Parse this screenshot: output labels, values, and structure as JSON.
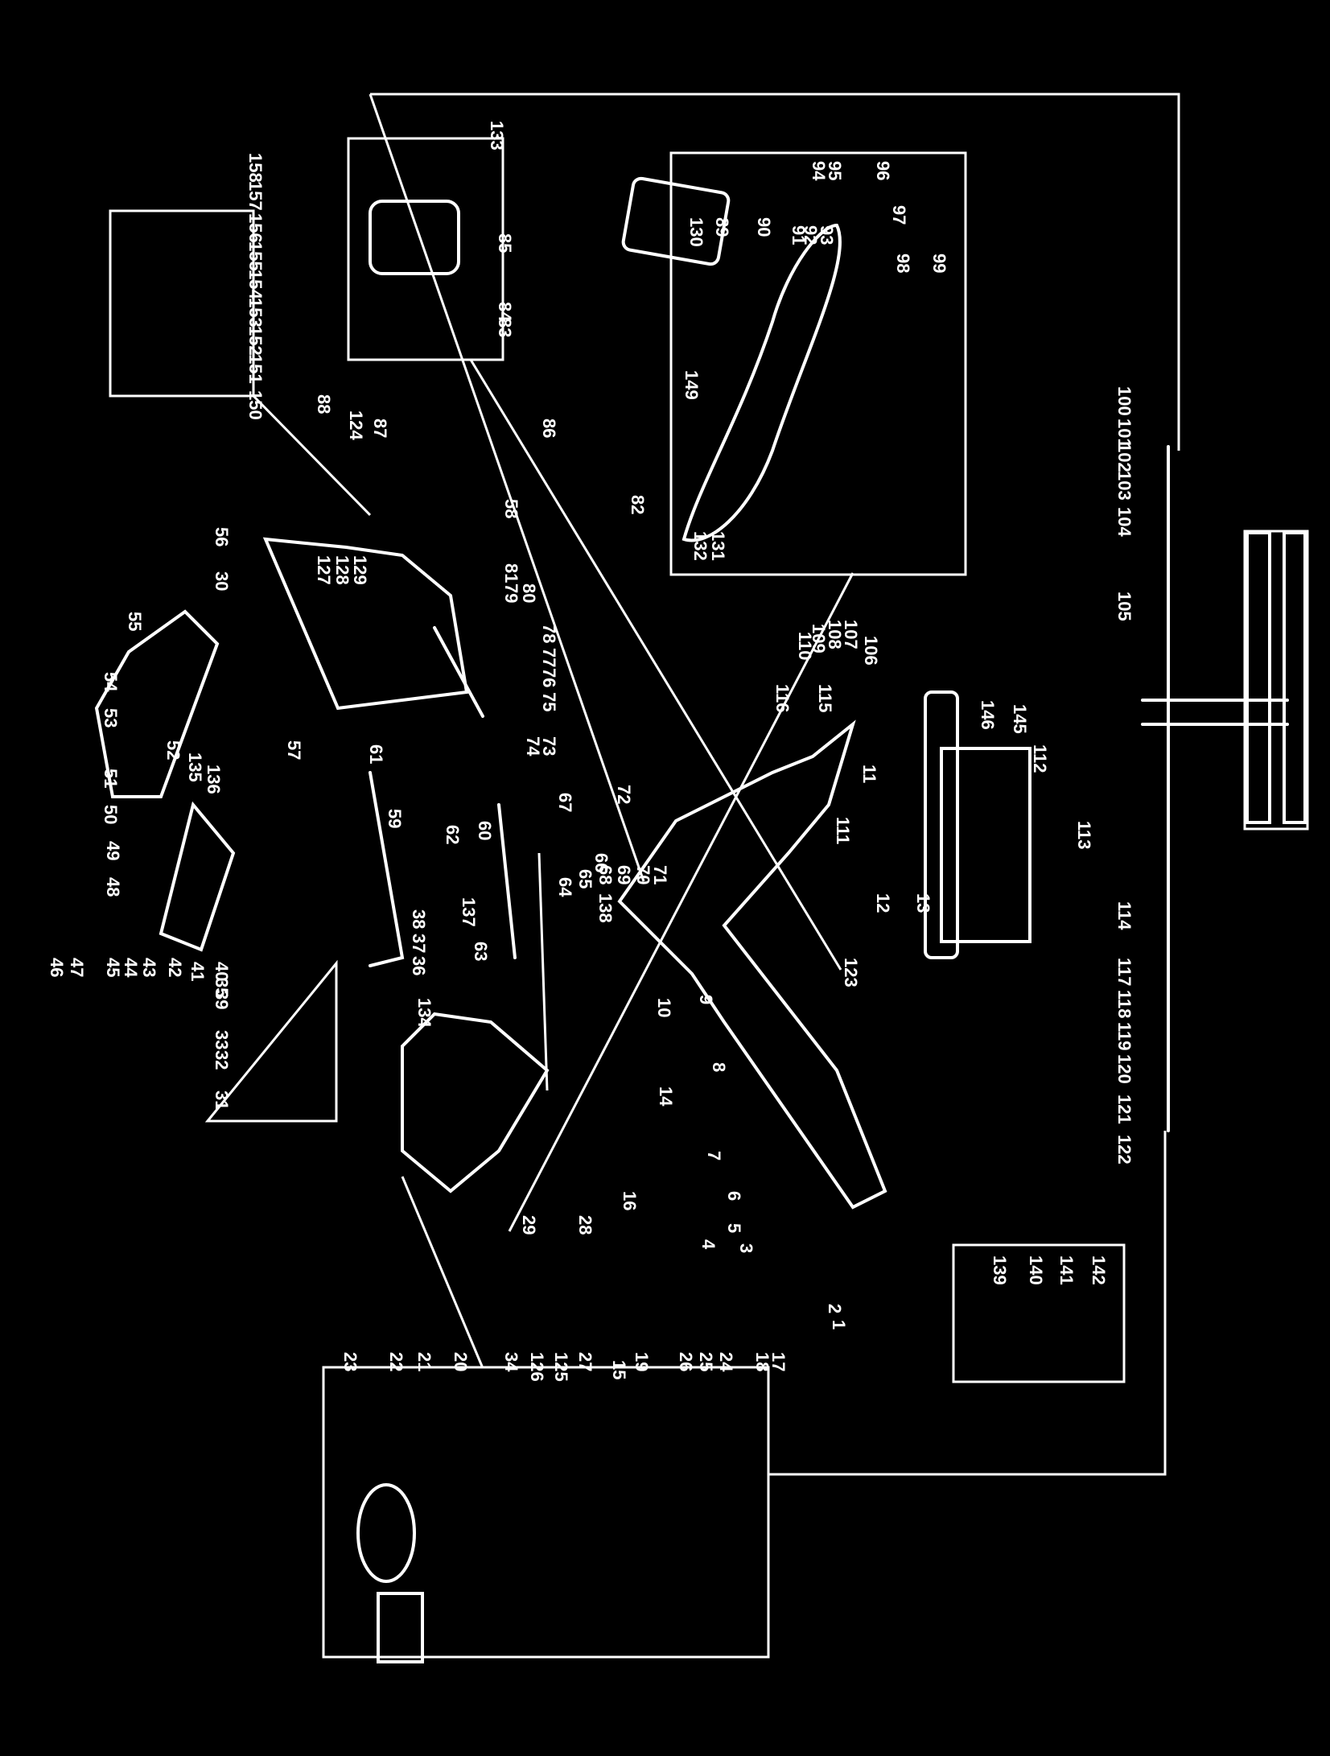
{
  "diagram": {
    "colors": {
      "background": "#000000",
      "line": "#ffffff"
    },
    "callouts": [
      "1",
      "2",
      "3",
      "4",
      "5",
      "6",
      "7",
      "8",
      "9",
      "10",
      "11",
      "12",
      "13",
      "14",
      "15",
      "16",
      "17",
      "18",
      "19",
      "20",
      "21",
      "22",
      "23",
      "24",
      "25",
      "26",
      "27",
      "28",
      "29",
      "30",
      "31",
      "32",
      "33",
      "34",
      "35",
      "36",
      "37",
      "38",
      "39",
      "40",
      "41",
      "42",
      "43",
      "44",
      "45",
      "46",
      "47",
      "48",
      "49",
      "50",
      "51",
      "52",
      "53",
      "54",
      "55",
      "56",
      "57",
      "58",
      "59",
      "60",
      "61",
      "62",
      "63",
      "64",
      "65",
      "66",
      "67",
      "68",
      "69",
      "70",
      "71",
      "72",
      "73",
      "74",
      "75",
      "76",
      "77",
      "78",
      "79",
      "80",
      "81",
      "82",
      "83",
      "84",
      "85",
      "86",
      "87",
      "88",
      "89",
      "90",
      "91",
      "92",
      "93",
      "94",
      "95",
      "96",
      "97",
      "98",
      "99",
      "100",
      "101",
      "102",
      "103",
      "104",
      "105",
      "106",
      "107",
      "108",
      "109",
      "110",
      "111",
      "112",
      "113",
      "114",
      "115",
      "116",
      "117",
      "118",
      "119",
      "120",
      "121",
      "122",
      "123",
      "124",
      "125",
      "126",
      "127",
      "128",
      "129",
      "130",
      "131",
      "132",
      "133",
      "134",
      "135",
      "136",
      "137",
      "138",
      "139",
      "140",
      "141",
      "142",
      "145",
      "146",
      "149",
      "150",
      "151",
      "152",
      "153",
      "154",
      "155",
      "156",
      "157",
      "158"
    ]
  }
}
